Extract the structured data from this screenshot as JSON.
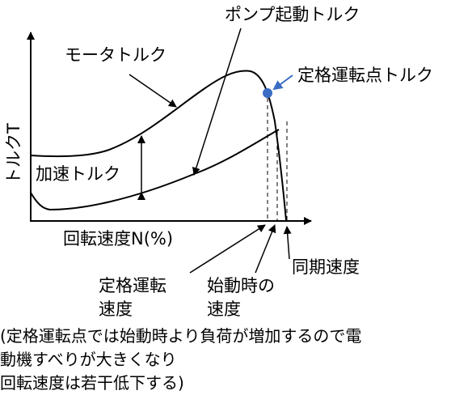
{
  "labels": {
    "pump_torque": "ポンプ起動トルク",
    "motor_torque": "モータトルク",
    "rated_point": "定格運転点トルク",
    "y_axis": "トルクT",
    "accel_torque": "加速トルク",
    "x_axis": "回転速度N(%)",
    "sync_speed": "同期速度",
    "rated_speed_1": "定格運転",
    "rated_speed_2": "速度",
    "start_speed_1": "始動時の",
    "start_speed_2": "速度"
  },
  "note": {
    "line1": "(定格運転点では始動時より負荷が増加するので電",
    "line2": "動機すべりが大きくなり",
    "line3": "回転速度は若干低下する)"
  },
  "colors": {
    "rated_point_marker": "#3b6cc4",
    "line": "#000000"
  }
}
